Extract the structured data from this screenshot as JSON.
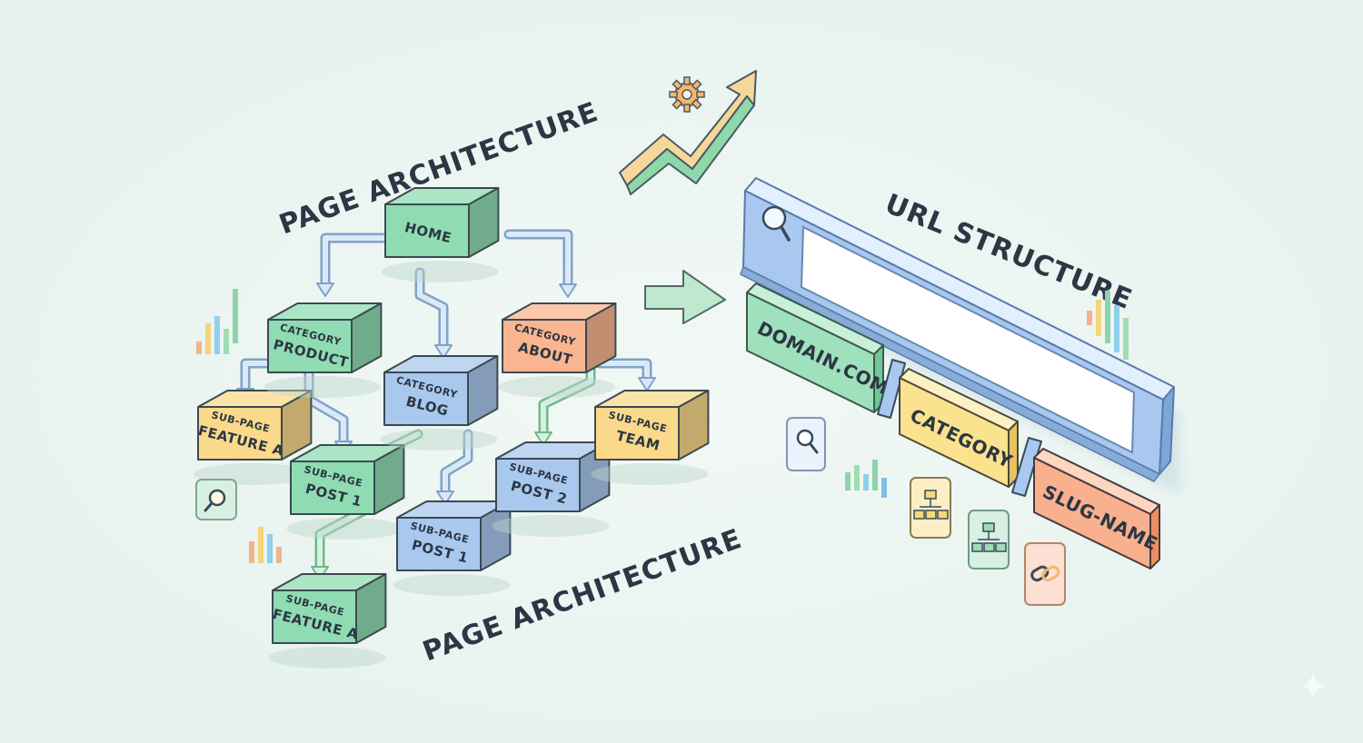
{
  "titles": {
    "top_left": "PAGE ARCHITECTURE",
    "bottom": "PAGE ARCHITECTURE",
    "url": "URL STRUCTURE"
  },
  "boxes": {
    "home": {
      "title": "HOME",
      "color": "#8fdcb2"
    },
    "product": {
      "sub": "CATEGORY",
      "title": "PRODUCT",
      "color": "#8fdcb2"
    },
    "blog": {
      "sub": "CATEGORY",
      "title": "BLOG",
      "color": "#a9c8ee"
    },
    "about": {
      "sub": "CATEGORY",
      "title": "ABOUT",
      "color": "#f9b58f"
    },
    "feature_a_left": {
      "sub": "SUB-PAGE",
      "title": "FEATURE A",
      "color": "#fad98a"
    },
    "post1_green": {
      "sub": "SUB-PAGE",
      "title": "POST 1",
      "color": "#8fdcb2"
    },
    "post2": {
      "sub": "SUB-PAGE",
      "title": "POST 2",
      "color": "#a9c8ee"
    },
    "team": {
      "sub": "SUB-PAGE",
      "title": "TEAM",
      "color": "#fad98a"
    },
    "post1_blue": {
      "sub": "SUB-PAGE",
      "title": "POST 1",
      "color": "#a9c8ee"
    },
    "feature_a_bottom": {
      "sub": "SUB-PAGE",
      "title": "FEATURE A",
      "color": "#8fdcb2"
    }
  },
  "url_parts": {
    "domain": {
      "label": "DOMAIN.COM",
      "color": "#9fe0bd"
    },
    "category": {
      "label": "CATEGORY",
      "color": "#fbe28e"
    },
    "slug": {
      "label": "SLUG-NAME",
      "color": "#f9b08f"
    }
  },
  "icons": [
    "search-icon",
    "bar-chart-icon",
    "sitemap-icon",
    "link-icon",
    "gear-icon",
    "trend-arrow-icon"
  ]
}
